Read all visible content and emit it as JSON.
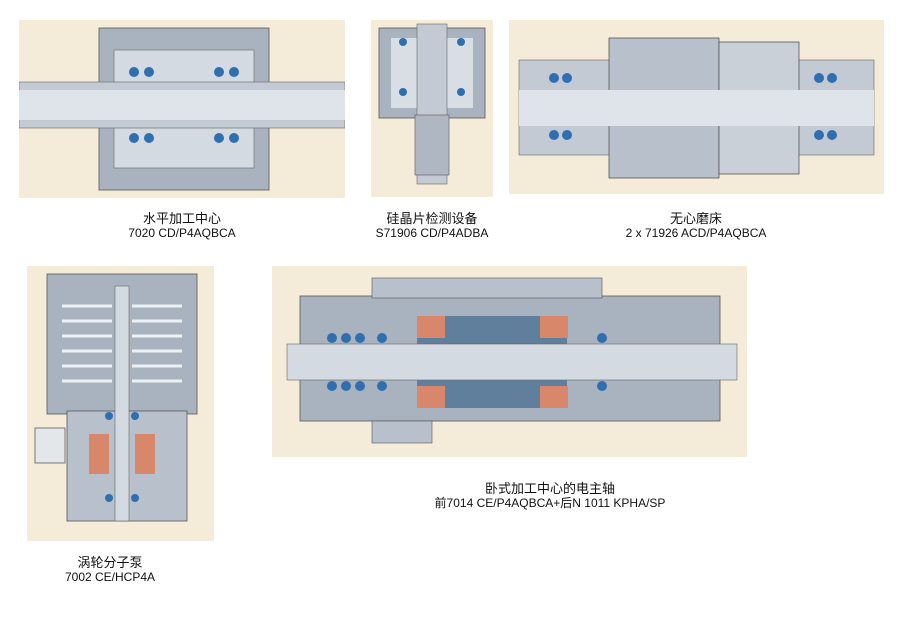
{
  "figures": [
    {
      "title": "水平加工中心",
      "bearing": "7020 CD/P4AQBCA"
    },
    {
      "title": "硅晶片检测设备",
      "bearing": "S71906 CD/P4ADBA"
    },
    {
      "title": "无心磨床",
      "bearing": "2 x 71926 ACD/P4AQBCA"
    },
    {
      "title": "涡轮分子泵",
      "bearing": "7002 CE/HCP4A"
    },
    {
      "title": "卧式加工中心的电主轴",
      "bearing": "前7014 CE/P4AQBCA+后N 1011 KPHA/SP"
    }
  ],
  "colors": {
    "background": "#f4ecd8",
    "housing": "#aab4c0",
    "shaft": "#c8cfd8",
    "bearing": "#2f6fb0",
    "coil": "#d9876a"
  }
}
